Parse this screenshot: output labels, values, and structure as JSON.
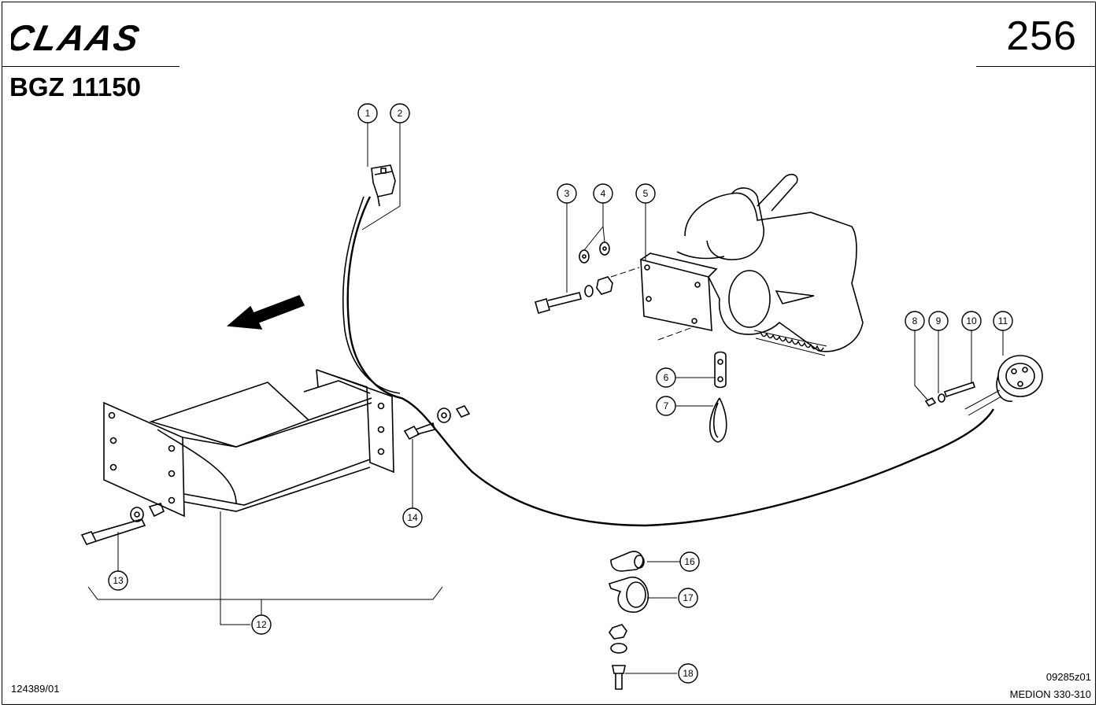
{
  "header": {
    "brand": "CLAAS",
    "page_number": "256",
    "document_id": "BGZ 11150"
  },
  "footer": {
    "left_code": "124389/01",
    "right_code": "09285z01",
    "right_model": "MEDION 330-310"
  },
  "callouts": [
    "1",
    "2",
    "3",
    "4",
    "5",
    "6",
    "7",
    "8",
    "9",
    "10",
    "11",
    "12",
    "13",
    "14",
    "16",
    "17",
    "18"
  ]
}
